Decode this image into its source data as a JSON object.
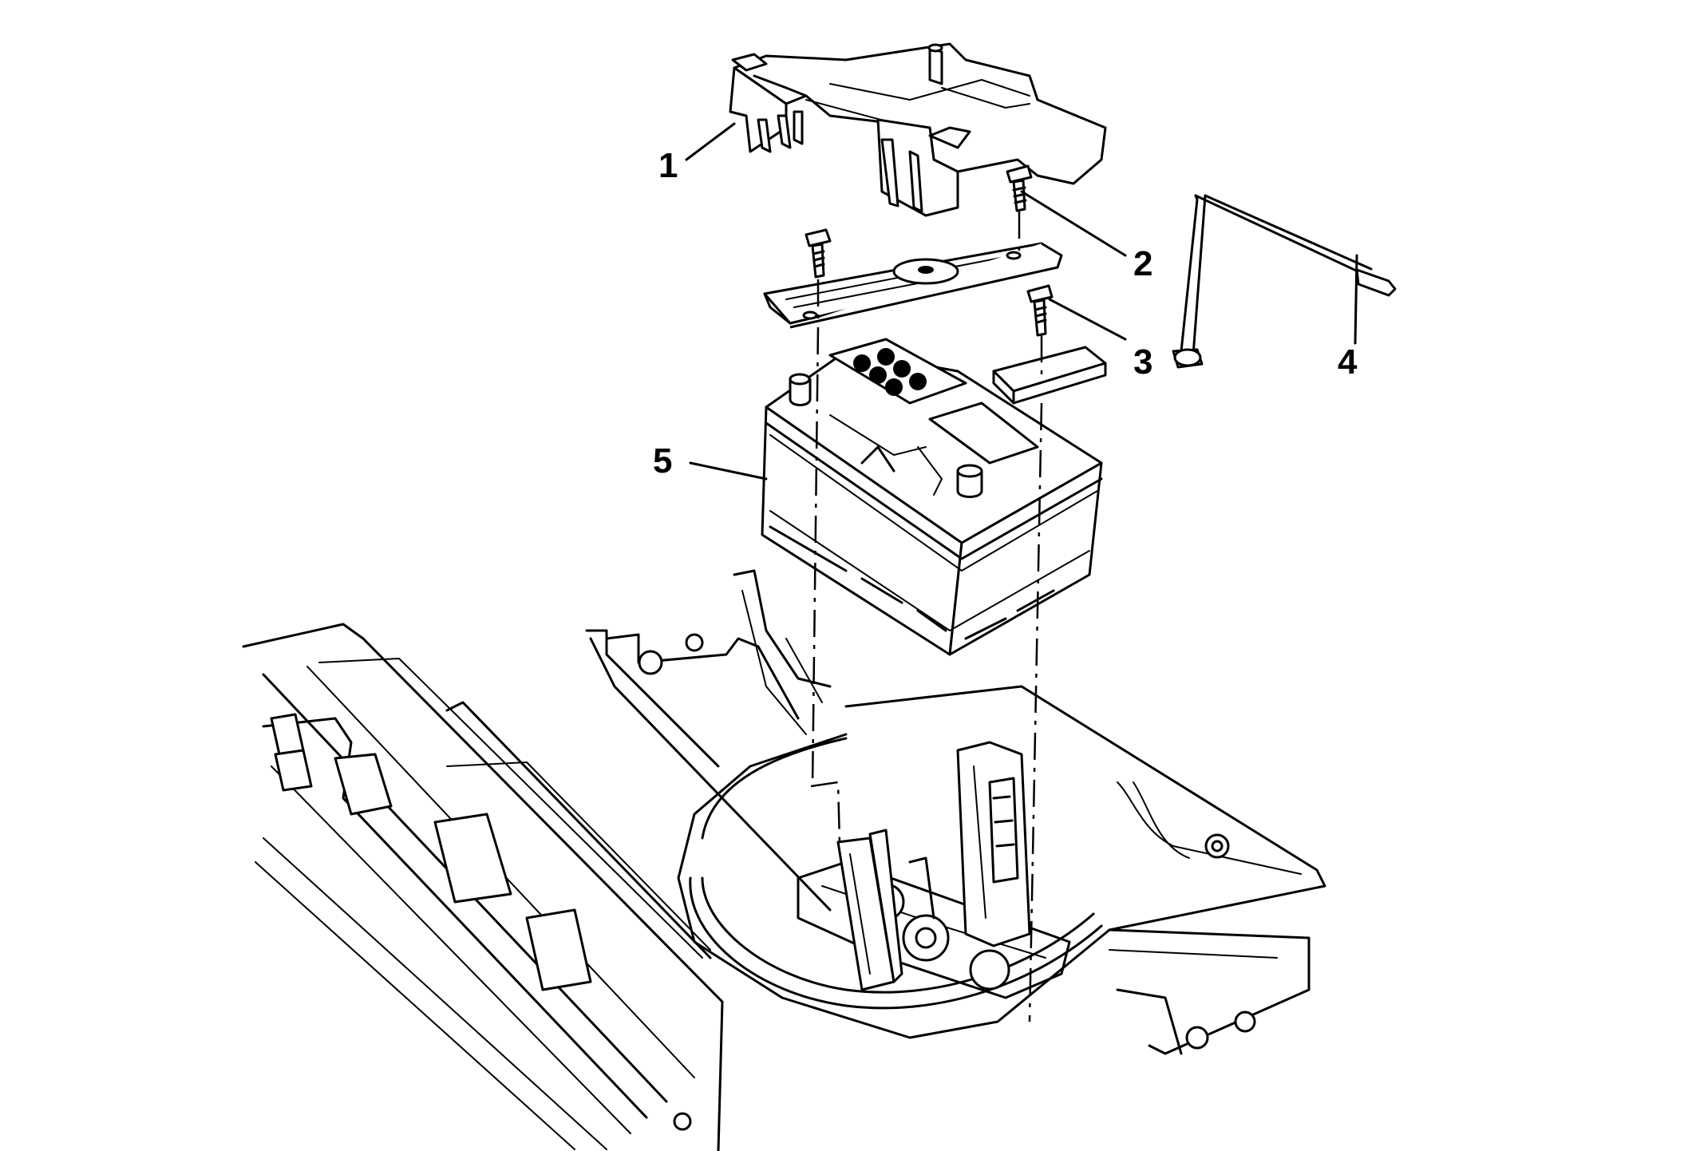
{
  "callouts": [
    {
      "id": "1",
      "text": "1",
      "part": "battery-cover"
    },
    {
      "id": "2",
      "text": "2",
      "part": "clamp-bolt"
    },
    {
      "id": "3",
      "text": "3",
      "part": "retainer-bolt"
    },
    {
      "id": "4",
      "text": "4",
      "part": "vent-tube"
    },
    {
      "id": "5",
      "text": "5",
      "part": "battery"
    }
  ]
}
